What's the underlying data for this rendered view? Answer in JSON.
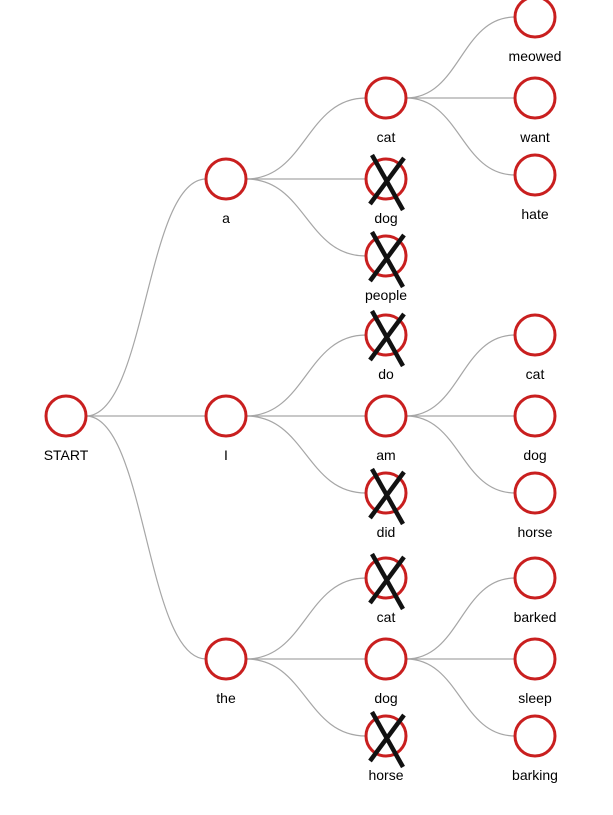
{
  "tree": {
    "label": "START",
    "children": [
      {
        "label": "a",
        "children": [
          {
            "label": "cat",
            "children": [
              {
                "label": "meowed"
              },
              {
                "label": "want"
              },
              {
                "label": "hate"
              }
            ]
          },
          {
            "label": "dog",
            "pruned": true
          },
          {
            "label": "people",
            "pruned": true
          }
        ]
      },
      {
        "label": "I",
        "children": [
          {
            "label": "do",
            "pruned": true
          },
          {
            "label": "am",
            "children": [
              {
                "label": "cat"
              },
              {
                "label": "dog"
              },
              {
                "label": "horse"
              }
            ]
          },
          {
            "label": "did",
            "pruned": true
          }
        ]
      },
      {
        "label": "the",
        "children": [
          {
            "label": "cat",
            "pruned": true
          },
          {
            "label": "dog",
            "children": [
              {
                "label": "barked"
              },
              {
                "label": "sleep"
              },
              {
                "label": "barking"
              }
            ]
          },
          {
            "label": "horse",
            "pruned": true
          }
        ]
      }
    ]
  },
  "colors": {
    "node_stroke": "#c91f1f",
    "edge": "#a6a6a6",
    "cross": "#111111"
  }
}
